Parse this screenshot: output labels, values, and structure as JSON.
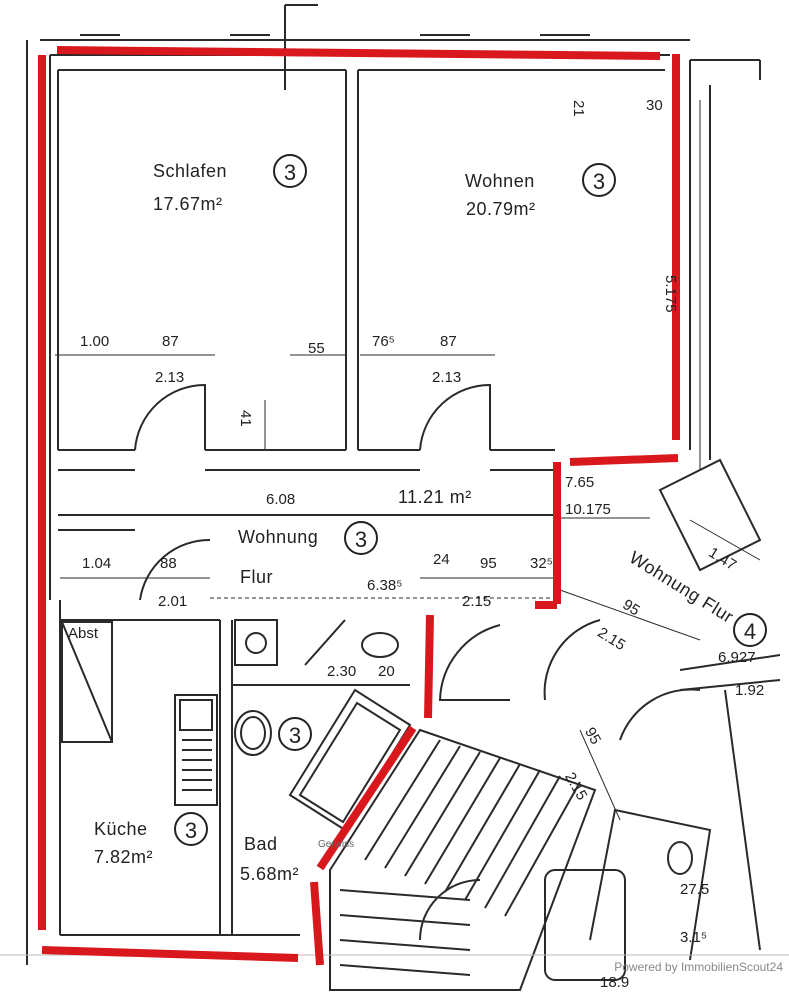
{
  "plan": {
    "colors": {
      "line": "#2a2a2a",
      "highlight": "#d9181e",
      "background": "#ffffff"
    },
    "rooms": [
      {
        "name": "Schlafen",
        "area": "17.67m²",
        "circle": "3"
      },
      {
        "name": "Wohnen",
        "area": "20.79m²",
        "circle": "3"
      },
      {
        "name": "Wohnung",
        "area": "11.21 m²",
        "circle": "3"
      },
      {
        "name": "Flur"
      },
      {
        "name": "Küche",
        "area": "7.82m²",
        "circle": "3"
      },
      {
        "name": "Bad",
        "area": "5.68m²",
        "circle": "3"
      },
      {
        "name": "Wohnung Flur",
        "circle": "4"
      },
      {
        "name": "Abst"
      }
    ],
    "dimensions": {
      "d_100": "1.00",
      "d_87a": "87",
      "d_213a": "2.13",
      "d_55": "55",
      "d_76": "76⁵",
      "d_87b": "87",
      "d_213b": "2.13",
      "d_41": "41",
      "d_608": "6.08",
      "d_104": "1.04",
      "d_88": "88",
      "d_201": "2.01",
      "d_638": "6.38⁵",
      "d_24": "24",
      "d_95a": "95",
      "d_32": "32⁵",
      "d_215a": "2.15",
      "d_230": "2.30",
      "d_20": "20",
      "d_765": "7.65",
      "d_10175": "10.175",
      "d_95b": "95",
      "d_215b": "2.15",
      "d_95c": "95",
      "d_215c": "2.15",
      "d_147": "1.47",
      "d_6927": "6.927",
      "d_192": "1.92",
      "d_275": "27.5",
      "d_189": "18.9",
      "d_315": "3.1⁵",
      "d_5175": "5.175",
      "d_21": "21",
      "d_30": "30"
    },
    "stair_note": "Gerwiss",
    "watermark": "Powered by ImmobilienScout24"
  }
}
